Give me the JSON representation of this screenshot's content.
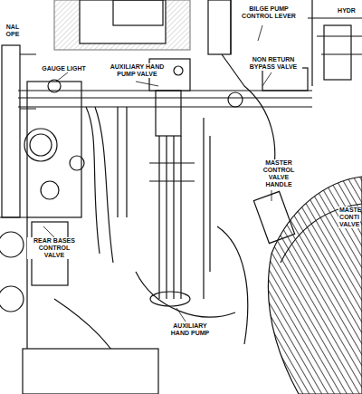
{
  "diagram": {
    "labels": [
      "NAL OPE",
      "GAUGE LIGHT",
      "AUXILIARY HAND PUMP VALVE",
      "BILGE PUMP CONTROL LEVER",
      "HYDR",
      "NON RETURN BYPASS VALVE",
      "MASTER CONTROL VALVE HANDLE",
      "MASTE CONTI VALVE",
      "REAR BASES CONTROL VALVE",
      "AUXILIARY HAND PUMP"
    ]
  }
}
